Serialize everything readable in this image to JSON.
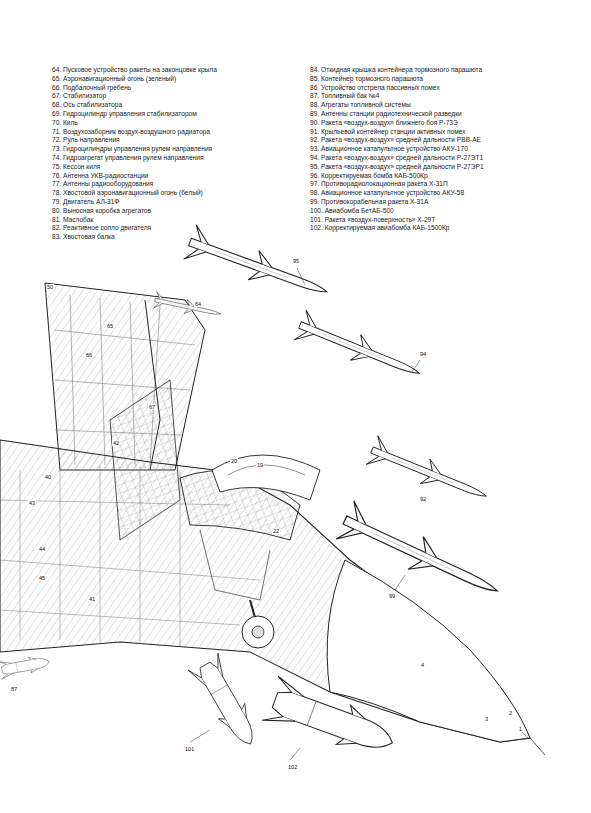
{
  "diagram": {
    "labels": [
      "64. Пусковое устройство ракеты на законцовке крыла",
      "65. Аэронавигационный огонь (зеленый)",
      "66. Подбалочный гребень",
      "67. Стабилизатор",
      "68. Ось стабилизатора",
      "69. Гидроцилиндр управления стабилизатором",
      "70. Киль",
      "71. Воздухозаборник воздух-воздушного радиатора",
      "72. Руль направления",
      "73. Гидроцилиндры управления рулем направления",
      "74. Гидроагрегат управления рулем направления",
      "75. Кессон киля",
      "76. Антенна УКВ-радиостанции",
      "77. Антенны радиооборудования",
      "78. Хвостовой аэронавигационный огонь (белый)",
      "79. Двигатель АЛ-31Ф",
      "80. Выносная коробка агрегатов",
      "81. Маслобак",
      "82. Реактивное сопло двигателя",
      "83. Хвостовая балка",
      "84. Откидная крышка контейнера тормозного парашюта",
      "85. Контейнер тормозного парашюта",
      "86. Устройство отстрела пассивных помех",
      "87. Топливный бак №4",
      "88. Агрегаты топливной системы",
      "89. Антенны станции радиотехнической разведки",
      "90. Ракета «воздух-воздух» ближнего боя Р-73Э",
      "91. Крыльевой контейнер станции активных помех",
      "92. Ракета «воздух-воздух» средней дальности РВВ-АЕ",
      "93. Авиационное катапультное устройство АКУ-170",
      "94. Ракета «воздух-воздух» средней дальности Р-27ЭТ1",
      "95. Ракета «воздух-воздух» средней дальности Р-27ЭР1",
      "96. Корректируемая бомба КАБ-500Кр",
      "97. Противорадиолокационная ракета Х-31П",
      "98. Авиационное катапультное устройство АКУ-58",
      "99. Противокорабельная ракета Х-31А",
      "100. Авиабомба БетАБ-500",
      "101. Ракета «воздух-поверхность» Х-29Т",
      "102. Корректируемая авиабомба КАБ-1500Кр",
      "95",
      "94",
      "92",
      "99",
      "101",
      "102",
      "50",
      "64",
      "65",
      "66",
      "67",
      "42",
      "19",
      "20",
      "1",
      "2",
      "3",
      "4",
      "87",
      "40",
      "41",
      "43",
      "44",
      "45",
      "22"
    ]
  }
}
